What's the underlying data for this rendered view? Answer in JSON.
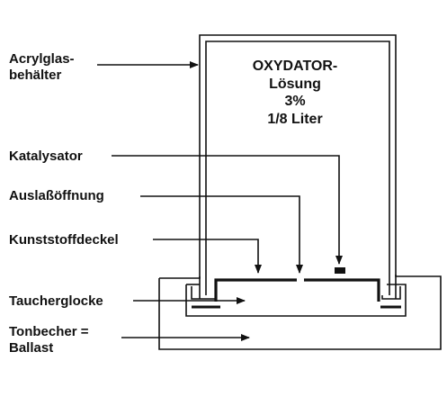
{
  "solution": {
    "line1": "OXYDATOR-",
    "line2": "Lösung",
    "line3": "3%",
    "line4": "1/8 Liter"
  },
  "labels": {
    "acrylic_line1": "Acrylglas-",
    "acrylic_line2": "behälter",
    "catalyst": "Katalysator",
    "outlet": "Auslaßöffnung",
    "plastic_lid": "Kunststoffdeckel",
    "diving_bell": "Taucherglocke",
    "clay_cup_line1": "Tonbecher =",
    "clay_cup_line2": "Ballast"
  },
  "colors": {
    "ink": "#111111",
    "background": "#ffffff"
  }
}
